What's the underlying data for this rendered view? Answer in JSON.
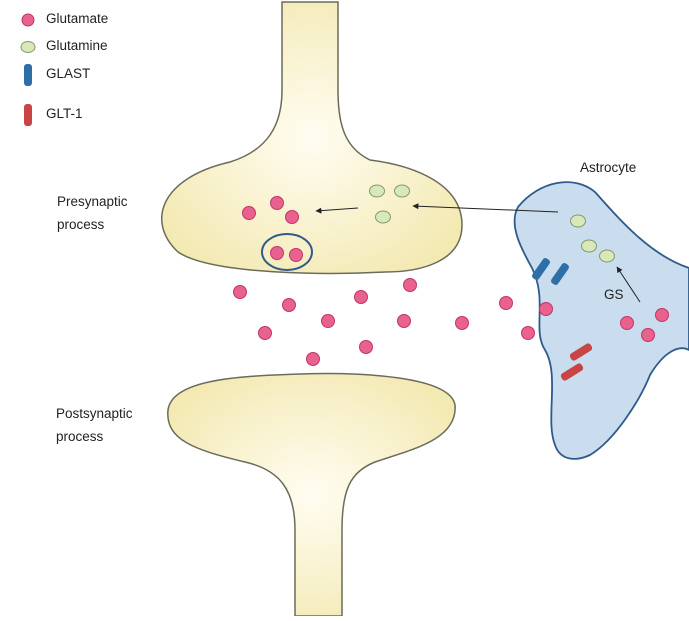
{
  "legend": [
    {
      "key": "glutamate",
      "label": "Glutamate"
    },
    {
      "key": "glutamine",
      "label": "Glutamine"
    },
    {
      "key": "glast",
      "label": "GLAST"
    },
    {
      "key": "glt1",
      "label": "GLT-1"
    }
  ],
  "labels": {
    "astrocyte": "Astrocyte",
    "presynaptic": [
      "Presynaptic",
      "process"
    ],
    "postsynaptic": [
      "Postsynaptic",
      "process"
    ],
    "gs": "GS"
  },
  "colors": {
    "glutamate_fill": "#e8628d",
    "glutamate_stroke": "#c2356a",
    "glutamine_fill": "#d8e8b8",
    "glutamine_stroke": "#7f9a6a",
    "glast": "#2f6fa8",
    "glt1": "#c94545",
    "neuron_fill": "#f6efbf",
    "neuron_stroke": "#6b6b5a",
    "astrocyte_fill": "#c9ddef",
    "astrocyte_stroke": "#2f5b8a",
    "vesicle_stroke": "#2f5b8a"
  }
}
